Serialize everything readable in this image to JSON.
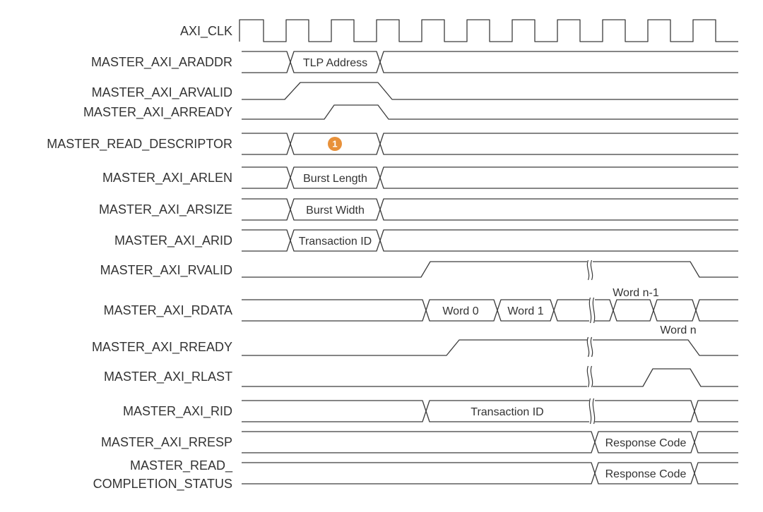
{
  "diagram": {
    "accent_color": "#e8913a",
    "clock": {
      "label": "AXI_CLK"
    },
    "signals": [
      {
        "id": "araddr",
        "label": [
          "MASTER_AXI_ARADDR"
        ]
      },
      {
        "id": "arvalid",
        "label": [
          "MASTER_AXI_ARVALID"
        ]
      },
      {
        "id": "arready",
        "label": [
          "MASTER_AXI_ARREADY"
        ]
      },
      {
        "id": "rdesc",
        "label": [
          "MASTER_READ_DESCRIPTOR"
        ]
      },
      {
        "id": "arlen",
        "label": [
          "MASTER_AXI_ARLEN"
        ]
      },
      {
        "id": "arsize",
        "label": [
          "MASTER_AXI_ARSIZE"
        ]
      },
      {
        "id": "arid",
        "label": [
          "MASTER_AXI_ARID"
        ]
      },
      {
        "id": "rvalid",
        "label": [
          "MASTER_AXI_RVALID"
        ]
      },
      {
        "id": "rdata",
        "label": [
          "MASTER_AXI_RDATA"
        ]
      },
      {
        "id": "rready",
        "label": [
          "MASTER_AXI_RREADY"
        ]
      },
      {
        "id": "rlast",
        "label": [
          "MASTER_AXI_RLAST"
        ]
      },
      {
        "id": "rid",
        "label": [
          "MASTER_AXI_RID"
        ]
      },
      {
        "id": "rresp",
        "label": [
          "MASTER_AXI_RRESP"
        ]
      },
      {
        "id": "cstatus",
        "label": [
          "MASTER_READ_",
          "COMPLETION_STATUS"
        ]
      }
    ],
    "bus_values": {
      "araddr": "TLP Address",
      "arlen": "Burst Length",
      "arsize": "Burst Width",
      "arid": "Transaction ID",
      "rdata_word0": "Word 0",
      "rdata_word1": "Word 1",
      "rdata_word_n_minus_1": "Word n-1",
      "rdata_word_n": "Word n",
      "rid": "Transaction ID",
      "rresp": "Response Code",
      "cstatus": "Response Code"
    },
    "marker": {
      "number": "1",
      "color": "#e8913a"
    }
  }
}
